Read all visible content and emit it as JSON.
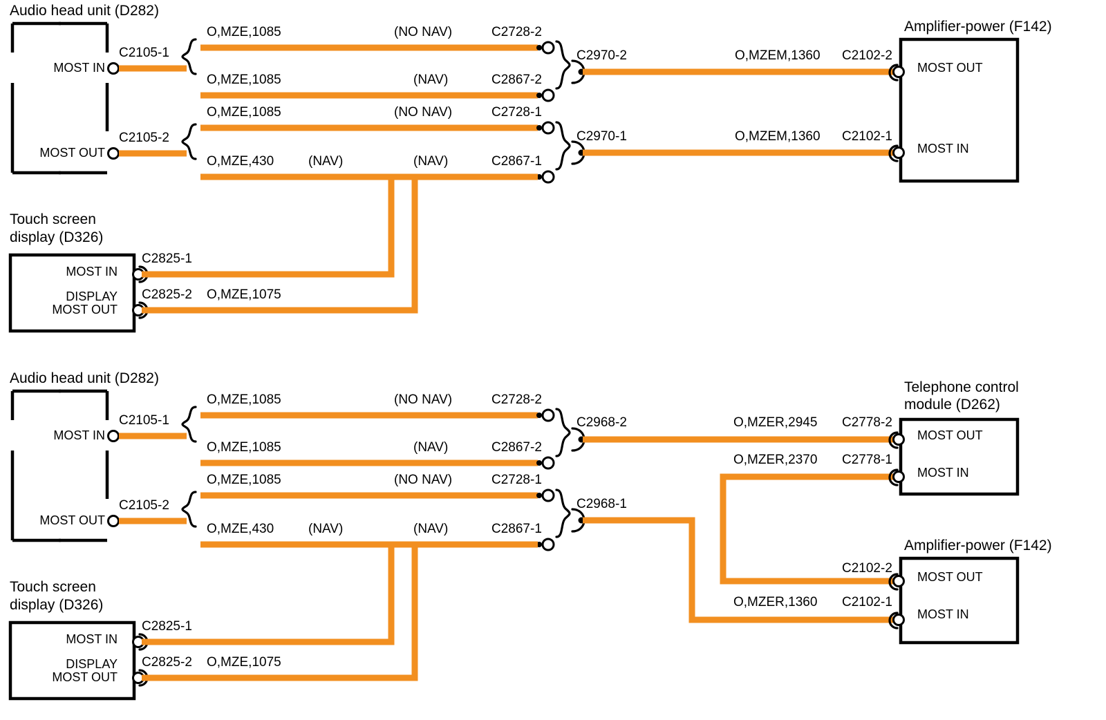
{
  "meta": {
    "colors": {
      "wire_orange": "#F28F20",
      "line_black": "#000000",
      "background": "#FFFFFF"
    }
  },
  "diagrams": [
    {
      "id": "diagram-1",
      "modules": {
        "audio_head_unit": {
          "title": "Audio head unit (D282)",
          "pins": [
            "MOST IN",
            "MOST OUT"
          ]
        },
        "touch_screen_display": {
          "title_line1": "Touch screen",
          "title_line2": "display (D326)",
          "pins": [
            "MOST IN",
            "DISPLAY",
            "MOST OUT"
          ]
        },
        "amplifier_power": {
          "title": "Amplifier-power (F142)",
          "pins": [
            "MOST OUT",
            "MOST IN"
          ]
        }
      },
      "connectors": {
        "c2105_1": "C2105-1",
        "c2105_2": "C2105-2",
        "c2728_2": "C2728-2",
        "c2867_2": "C2867-2",
        "c2728_1": "C2728-1",
        "c2867_1": "C2867-1",
        "c2970_2": "C2970-2",
        "c2970_1": "C2970-1",
        "c2102_2": "C2102-2",
        "c2102_1": "C2102-1",
        "c2825_1": "C2825-1",
        "c2825_2": "C2825-2"
      },
      "wires": {
        "w_r1": "O,MZE,1085",
        "w_r2": "O,MZE,1085",
        "w_r3": "O,MZE,1085",
        "w_r4": "O,MZE,430",
        "w_amp_2": "O,MZEM,1360",
        "w_amp_1": "O,MZEM,1360",
        "w_display": "O,MZE,1075"
      },
      "variants": {
        "r1": "(NO NAV)",
        "r2": "(NAV)",
        "r3": "(NO NAV)",
        "r4_left": "(NAV)",
        "r4_right": "(NAV)"
      }
    },
    {
      "id": "diagram-2",
      "modules": {
        "audio_head_unit": {
          "title": "Audio head unit (D282)",
          "pins": [
            "MOST IN",
            "MOST OUT"
          ]
        },
        "touch_screen_display": {
          "title_line1": "Touch screen",
          "title_line2": "display (D326)",
          "pins": [
            "MOST IN",
            "DISPLAY",
            "MOST OUT"
          ]
        },
        "telephone_control_module": {
          "title_line1": "Telephone control",
          "title_line2": "module (D262)",
          "pins": [
            "MOST OUT",
            "MOST IN"
          ]
        },
        "amplifier_power": {
          "title": "Amplifier-power (F142)",
          "pins": [
            "MOST OUT",
            "MOST IN"
          ]
        }
      },
      "connectors": {
        "c2105_1": "C2105-1",
        "c2105_2": "C2105-2",
        "c2728_2": "C2728-2",
        "c2867_2": "C2867-2",
        "c2728_1": "C2728-1",
        "c2867_1": "C2867-1",
        "c2968_2": "C2968-2",
        "c2968_1": "C2968-1",
        "c2778_2": "C2778-2",
        "c2778_1": "C2778-1",
        "c2102_2": "C2102-2",
        "c2102_1": "C2102-1",
        "c2825_1": "C2825-1",
        "c2825_2": "C2825-2"
      },
      "wires": {
        "w_r1": "O,MZE,1085",
        "w_r2": "O,MZE,1085",
        "w_r3": "O,MZE,1085",
        "w_r4": "O,MZE,430",
        "w_tel_2": "O,MZER,2945",
        "w_tel_1": "O,MZER,2370",
        "w_amp_1": "O,MZER,1360",
        "w_display": "O,MZE,1075"
      },
      "variants": {
        "r1": "(NO NAV)",
        "r2": "(NAV)",
        "r3": "(NO NAV)",
        "r4_left": "(NAV)",
        "r4_right": "(NAV)"
      }
    }
  ]
}
